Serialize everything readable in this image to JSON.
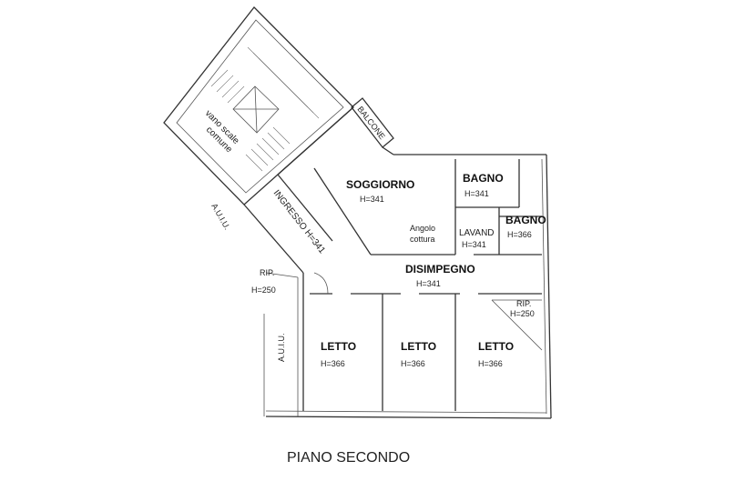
{
  "plan": {
    "caption": "PIANO SECONDO",
    "stair": {
      "line1": "vano scale",
      "line2": "comune"
    },
    "balcone": "BALCONE",
    "auiu_1": "A.U.I.U.",
    "auiu_2": "A.U.I.U.",
    "rooms": {
      "soggiorno": {
        "name": "SOGGIORNO",
        "height": "H=341"
      },
      "angolo": {
        "line1": "Angolo",
        "line2": "cottura"
      },
      "bagno1": {
        "name": "BAGNO",
        "height": "H=341"
      },
      "bagno2": {
        "name": "BAGNO",
        "height": "H=366"
      },
      "lavand": {
        "name": "LAVAND",
        "height": "H=341"
      },
      "ingresso": {
        "name": "INGRESSO H=341"
      },
      "disimpegno": {
        "name": "DISIMPEGNO",
        "height": "H=341"
      },
      "rip1": {
        "name": "RIP.",
        "height": "H=250"
      },
      "rip2": {
        "name": "RIP.",
        "height": "H=250"
      },
      "letto1": {
        "name": "LETTO",
        "height": "H=366"
      },
      "letto2": {
        "name": "LETTO",
        "height": "H=366"
      },
      "letto3": {
        "name": "LETTO",
        "height": "H=366"
      }
    }
  }
}
